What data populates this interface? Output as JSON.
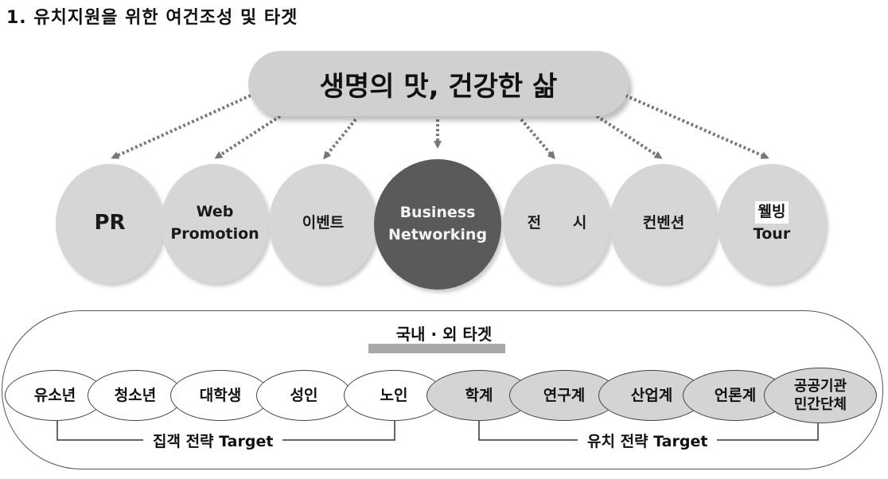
{
  "heading": "1. 유치지원을 위한 여건조성 및 타겟",
  "banner": "생명의 맛, 건강한 삶",
  "circles": [
    {
      "label": "PR"
    },
    {
      "label": "Web\nPromotion"
    },
    {
      "label": "이벤트"
    },
    {
      "label": "Business\nNetworking"
    },
    {
      "label": "전      시"
    },
    {
      "label": "컨벤션"
    },
    {
      "label_top": "웰빙",
      "label_bottom": "Tour"
    }
  ],
  "panel": {
    "title": "국내 · 외 타겟",
    "targets": [
      "유소년",
      "청소년",
      "대학생",
      "성인",
      "노인",
      "학계",
      "연구계",
      "산업계",
      "언론계",
      "공공기관\n민간단체"
    ],
    "group_left": "집객 전략 Target",
    "group_right": "유치 전략 Target"
  }
}
